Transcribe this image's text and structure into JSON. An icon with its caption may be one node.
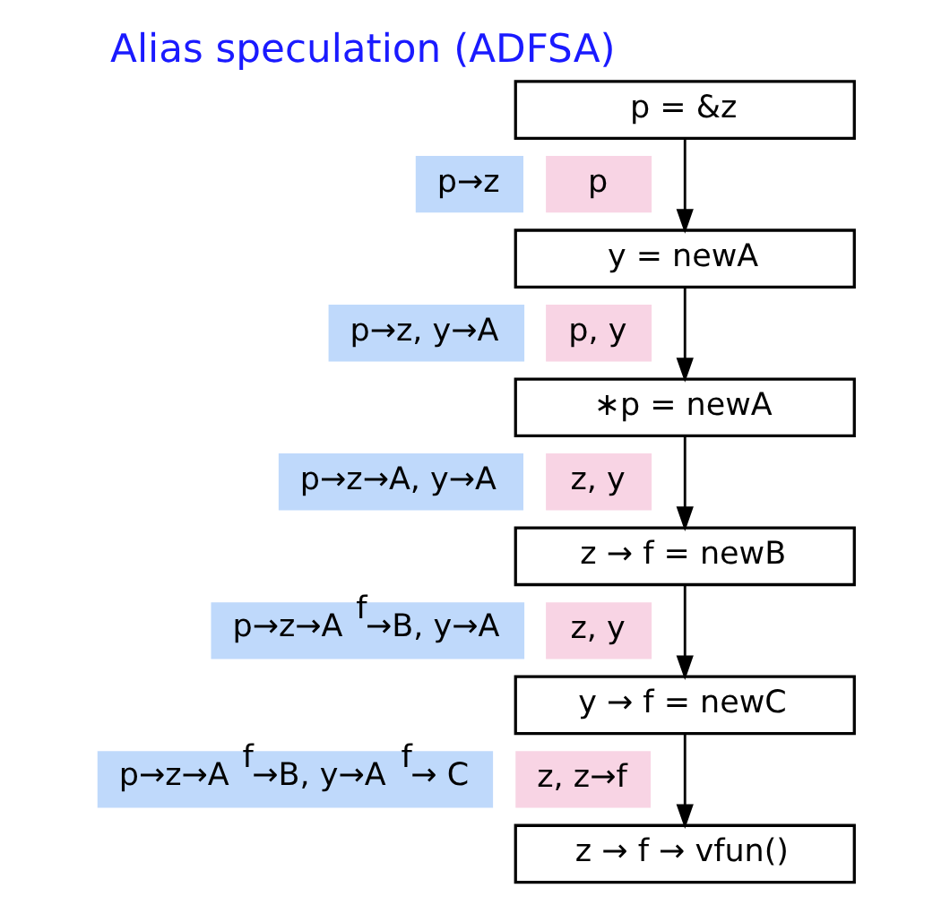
{
  "diagram": {
    "title": "Alias speculation (ADFSA)",
    "nodes": [
      {
        "text": [
          "p = &z"
        ]
      },
      {
        "text": [
          "p→z"
        ]
      },
      {
        "text": [
          "p"
        ]
      },
      {
        "text": [
          "y = newA"
        ]
      },
      {
        "text": [
          "p→z, y→A"
        ]
      },
      {
        "text": [
          "p, y"
        ]
      },
      {
        "text": [
          "∗p = newA"
        ]
      },
      {
        "text": [
          "p→z→A, y→A"
        ]
      },
      {
        "text": [
          "z, y"
        ]
      },
      {
        "text": [
          "z → f = newB"
        ]
      },
      {
        "text": [
          "p→z→A $^{f}$→B, y→A"
        ]
      },
      {
        "text": [
          "z, y"
        ]
      },
      {
        "text": [
          "y → f = newC"
        ]
      },
      {
        "text": [
          "p→z→A $^{f}$→B, y→A $^{f}$→ C"
        ]
      },
      {
        "text": [
          "z, z→f"
        ]
      },
      {
        "text": [
          "z → f → vfun()"
        ]
      }
    ],
    "edges": [
      {
        "from": 0,
        "to": 3,
        "arrow": "to"
      },
      {
        "from": 3,
        "to": 6,
        "arrow": "to"
      },
      {
        "from": 6,
        "to": 9,
        "arrow": "to"
      },
      {
        "from": 9,
        "to": 12,
        "arrow": "to"
      },
      {
        "from": 12,
        "to": 15,
        "arrow": "to"
      }
    ]
  }
}
